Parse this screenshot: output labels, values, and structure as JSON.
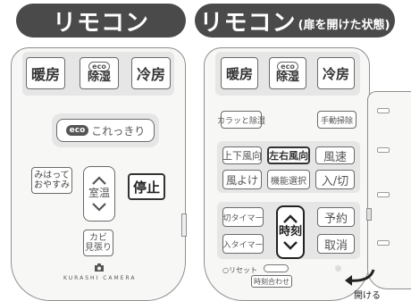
{
  "titles": {
    "left": "リモコン",
    "right_main": "リモコン",
    "right_sub": "(扉を開けた状態)"
  },
  "left_remote": {
    "heat": "暖房",
    "eco_tag": "eco",
    "dehumidify": "除湿",
    "cool": "冷房",
    "eco_btn_eco": "eco",
    "eco_btn_text": "これっきり",
    "mihatte_line1": "みはって",
    "mihatte_line2": "おやすみ",
    "room_temp": "室温",
    "stop": "停止",
    "mold_line1": "カビ",
    "mold_line2": "見張り",
    "logo": "KURASHI CAMERA"
  },
  "right_remote": {
    "heat": "暖房",
    "eco_tag": "eco",
    "dehumidify": "除湿",
    "cool": "冷房",
    "karatto": "カラッと除湿",
    "manual_clean": "手動掃除",
    "updown_wind": "上下風向",
    "leftright_wind": "左右風向",
    "wind_speed": "風速",
    "wind_avoid": "風よけ",
    "function_select": "機能選択",
    "on_off": "入/切",
    "off_timer": "切タイマー",
    "time": "時刻",
    "reserve": "予約",
    "on_timer": "入タイマー",
    "cancel": "取消",
    "reset": "○リセット",
    "time_adjust": "時刻合わせ",
    "open_label": "開ける"
  }
}
